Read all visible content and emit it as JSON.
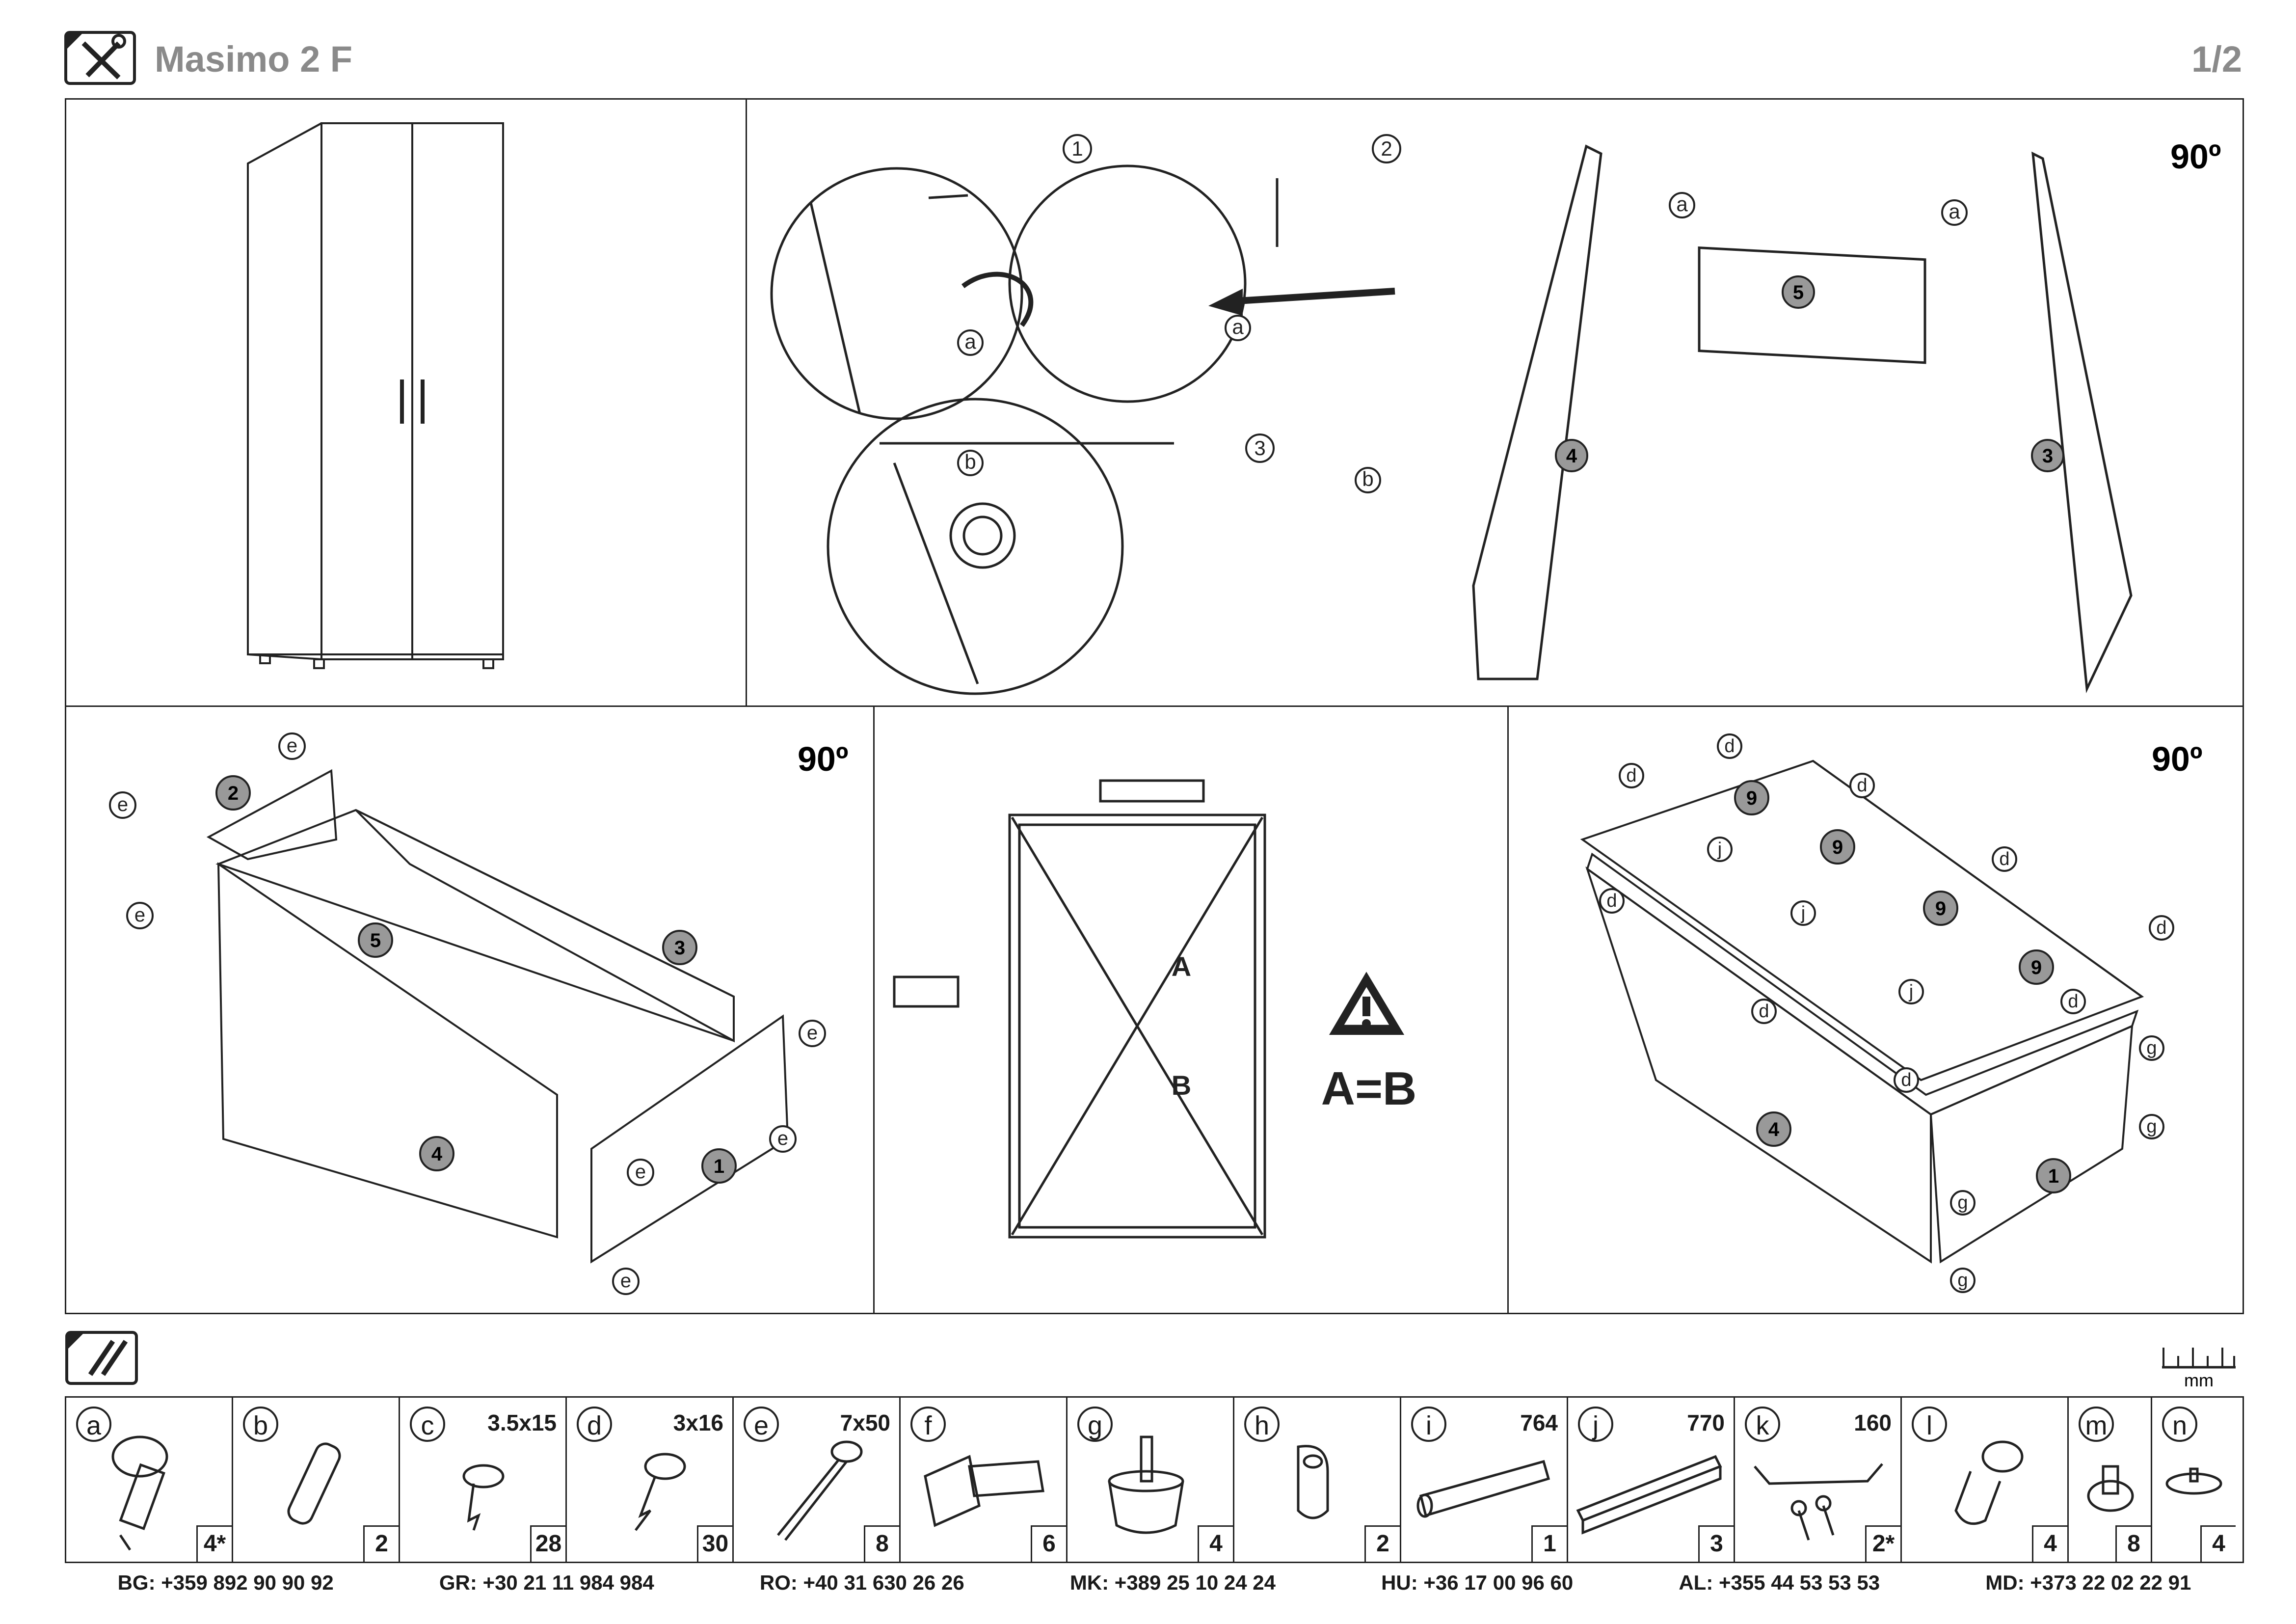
{
  "header": {
    "title": "Masimo 2 F",
    "page": "1/2"
  },
  "rotation_label": "90º",
  "step_labels": {
    "c1": "1",
    "c2": "2",
    "c3": "3",
    "a": "a",
    "b": "b"
  },
  "panels_num": {
    "p1": "1",
    "p2": "2",
    "p3": "3",
    "p4": "4",
    "p5": "5",
    "p9": "9"
  },
  "fastener_labels": {
    "a": "a",
    "b": "b",
    "d": "d",
    "e": "e",
    "g": "g",
    "j": "j"
  },
  "check": {
    "diag_a": "A",
    "diag_b": "B",
    "equation": "A=B"
  },
  "ruler_unit": "mm",
  "parts": [
    {
      "letter": "a",
      "size": "",
      "qty": "4*",
      "icon": "cam-lock-icon"
    },
    {
      "letter": "b",
      "size": "",
      "qty": "2",
      "icon": "wood-dowel-icon"
    },
    {
      "letter": "c",
      "size": "3.5x15",
      "qty": "28",
      "icon": "screw-icon"
    },
    {
      "letter": "d",
      "size": "3x16",
      "qty": "30",
      "icon": "screw-icon"
    },
    {
      "letter": "e",
      "size": "7x50",
      "qty": "8",
      "icon": "confirmat-screw-icon"
    },
    {
      "letter": "f",
      "size": "",
      "qty": "6",
      "icon": "hinge-icon"
    },
    {
      "letter": "g",
      "size": "",
      "qty": "4",
      "icon": "adjustable-foot-icon"
    },
    {
      "letter": "h",
      "size": "",
      "qty": "2",
      "icon": "rail-holder-icon"
    },
    {
      "letter": "i",
      "size": "764",
      "qty": "1",
      "icon": "hanging-rail-icon"
    },
    {
      "letter": "j",
      "size": "770",
      "qty": "3",
      "icon": "joining-profile-icon"
    },
    {
      "letter": "k",
      "size": "160",
      "qty": "2*",
      "icon": "handle-icon"
    },
    {
      "letter": "l",
      "size": "",
      "qty": "4",
      "icon": "shelf-pin-icon"
    },
    {
      "letter": "m",
      "size": "",
      "qty": "8",
      "icon": "plug-icon"
    },
    {
      "letter": "n",
      "size": "",
      "qty": "4",
      "icon": "glide-icon"
    }
  ],
  "contacts": [
    {
      "code": "BG:",
      "phone": "+359 892 90 90 92"
    },
    {
      "code": "GR:",
      "phone": "+30 21 11 984 984"
    },
    {
      "code": "RO:",
      "phone": "+40 31 630 26 26"
    },
    {
      "code": "MK:",
      "phone": "+389 25 10 24 24"
    },
    {
      "code": "HU:",
      "phone": "+36 17 00 96 60"
    },
    {
      "code": "AL:",
      "phone": "+355 44 53 53 53"
    },
    {
      "code": "MD:",
      "phone": "+373 22 02 22 91"
    }
  ]
}
